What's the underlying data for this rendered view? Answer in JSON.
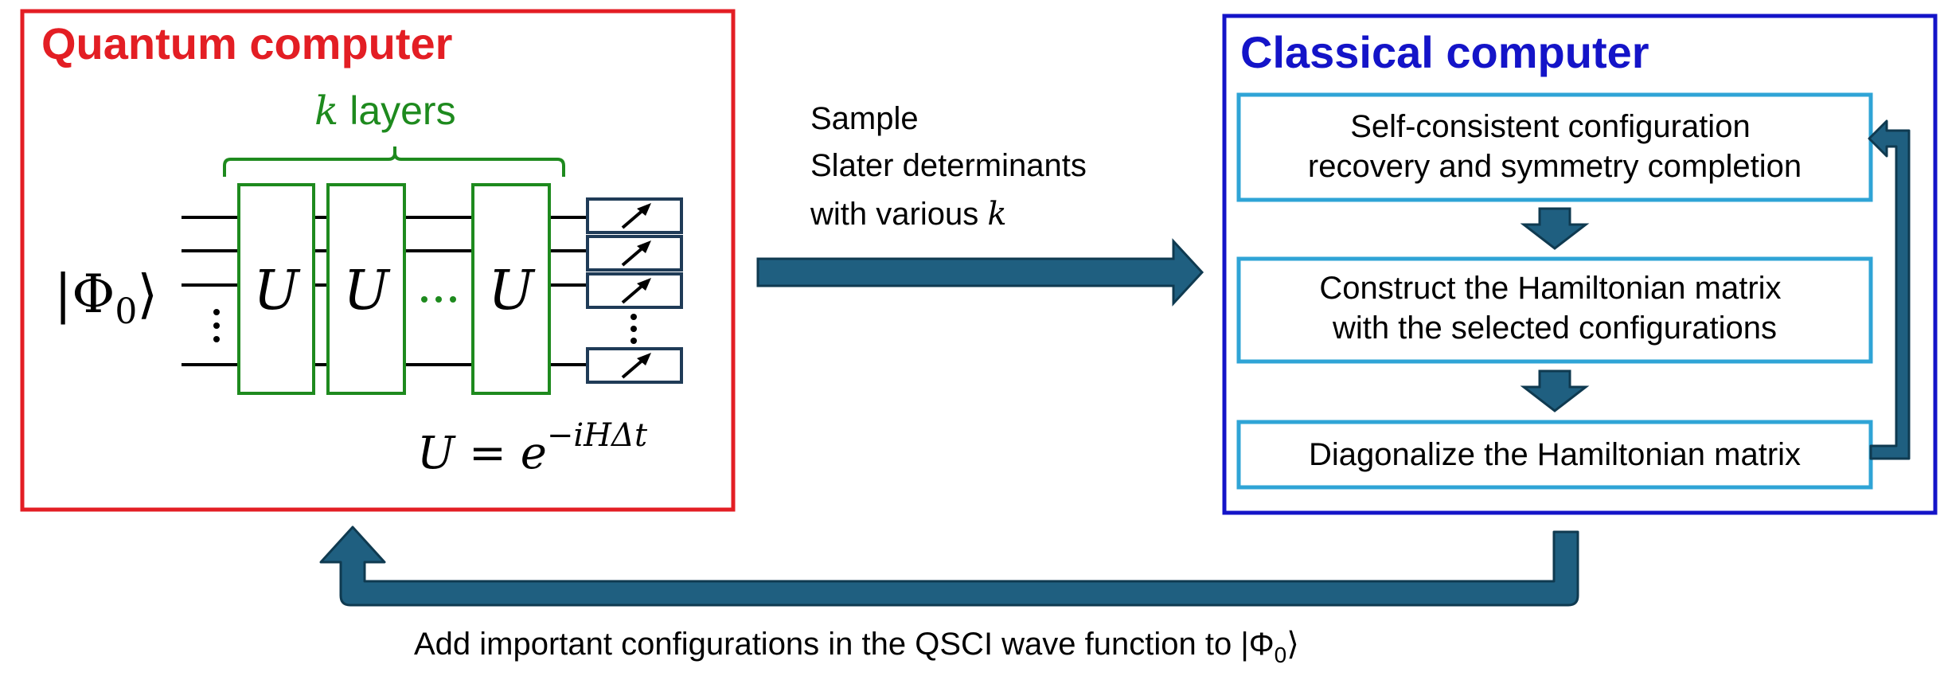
{
  "quantum": {
    "title": "Quantum computer",
    "layers_k": "k",
    "layers_word": " layers",
    "initial_state": "|Φ",
    "initial_state_sub": "0",
    "initial_state_close": "⟩",
    "gate_label": "U",
    "equation_lhs": "U = e",
    "equation_exp": "−iHΔt",
    "color": "#e31e24",
    "layer_color": "#1e8a1e"
  },
  "sample_text": {
    "line1": "Sample",
    "line2": "Slater determinants",
    "line3_prefix": "with various ",
    "line3_k": "k"
  },
  "classical": {
    "title": "Classical computer",
    "color": "#1414c8",
    "step_border_color": "#2fa4d6",
    "steps": [
      {
        "line1": "Self-consistent configuration",
        "line2": "recovery and symmetry completion"
      },
      {
        "line1": "Construct the Hamiltonian matrix",
        "line2": "with the selected configurations"
      },
      {
        "line1": "Diagonalize the Hamiltonian matrix"
      }
    ]
  },
  "feedback": {
    "text_prefix": "Add important configurations in the QSCI wave function to |Φ",
    "text_sub": "0",
    "text_close": "⟩"
  },
  "arrow_color": "#1f5f80"
}
